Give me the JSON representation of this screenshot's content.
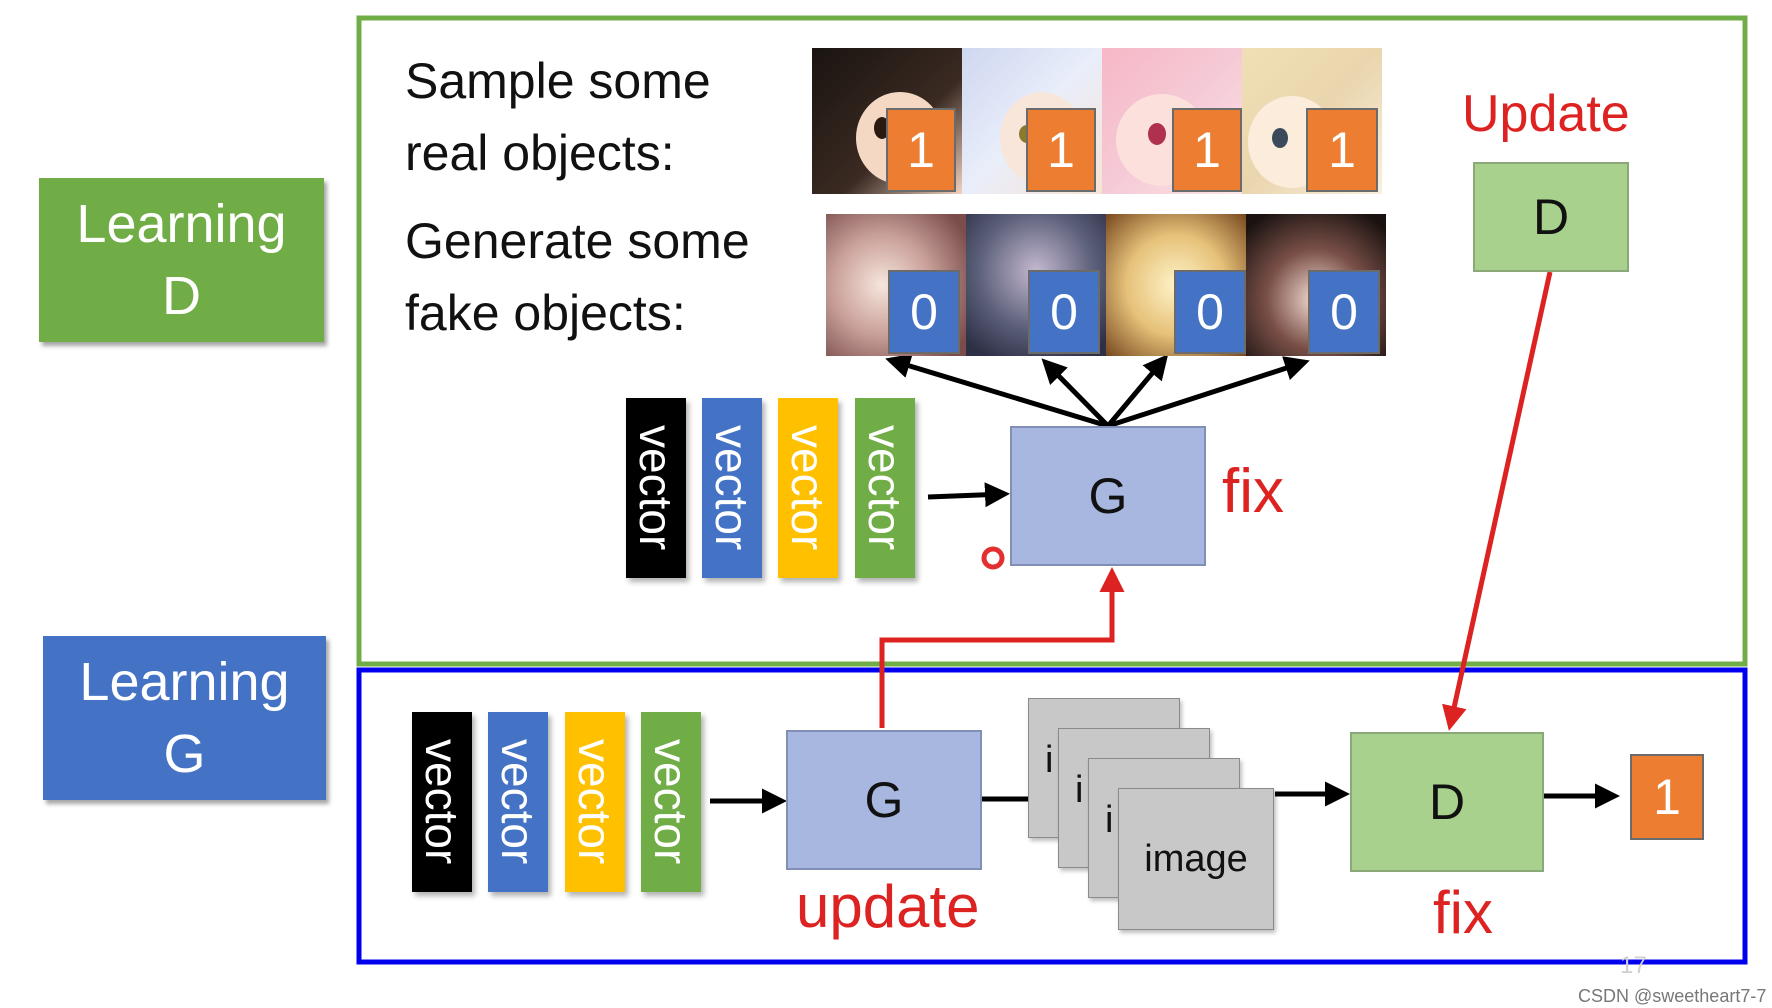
{
  "side_labels": {
    "learning_d": "Learning\nD",
    "learning_g": "Learning\nG"
  },
  "top": {
    "sample_line1": "Sample some",
    "sample_line2": "real objects:",
    "generate_line1": "Generate some",
    "generate_line2": "fake objects:",
    "real_badges": [
      "1",
      "1",
      "1",
      "1"
    ],
    "fake_badges": [
      "0",
      "0",
      "0",
      "0"
    ],
    "vectors": [
      "vector",
      "vector",
      "vector",
      "vector"
    ],
    "generator": "G",
    "fix": "fix",
    "update": "Update",
    "discriminator": "D"
  },
  "bottom": {
    "vectors": [
      "vector",
      "vector",
      "vector",
      "vector"
    ],
    "generator": "G",
    "update": "update",
    "images": [
      "i",
      "i",
      "i",
      "image"
    ],
    "discriminator": "D",
    "fix": "fix",
    "output": "1"
  },
  "page_number": "17",
  "watermark": "CSDN @sweetheart7-7",
  "colors": {
    "green": "#70ad47",
    "blue": "#4472c4",
    "orange": "#ed7d31",
    "yellow": "#ffc000",
    "black": "#000000",
    "g_box": "#a7b7e0",
    "d_box": "#a9d18e",
    "frame_green": "#70ad47",
    "frame_blue": "#0000ee",
    "red": "#dd2222"
  }
}
